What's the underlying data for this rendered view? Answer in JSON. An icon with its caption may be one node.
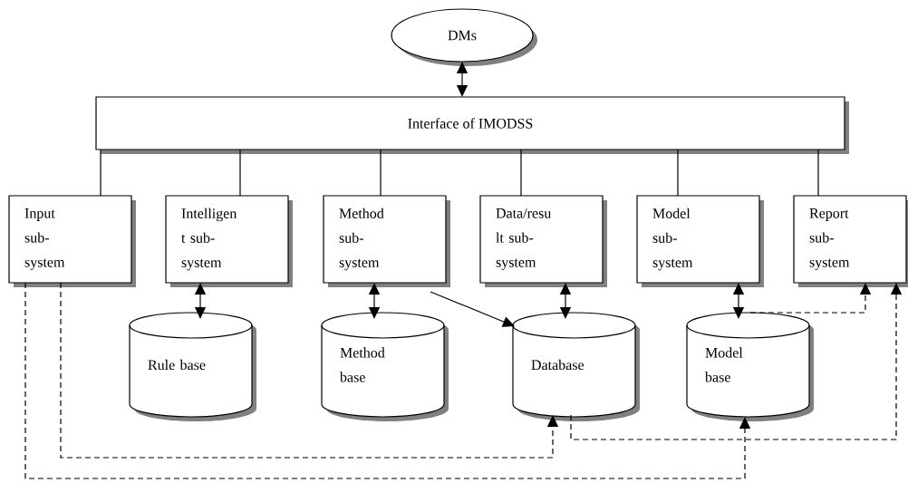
{
  "diagram": {
    "nodes": [
      {
        "text": [
          "DMs"
        ]
      },
      {
        "text": [
          "Interface of IMODSS"
        ]
      },
      {
        "text": [
          "Input sub- system"
        ]
      },
      {
        "text": [
          "Intelligen t sub- system"
        ]
      },
      {
        "text": [
          "Method sub- system"
        ]
      },
      {
        "text": [
          "Data/resu lt sub- system"
        ]
      },
      {
        "text": [
          "Model sub- system"
        ]
      },
      {
        "text": [
          "Report sub- system"
        ]
      },
      {
        "text": [
          "Rule base"
        ]
      },
      {
        "text": [
          "Method base"
        ]
      },
      {
        "text": [
          "Database"
        ]
      },
      {
        "text": [
          "Model base"
        ]
      }
    ],
    "edges": [
      {
        "from": 0,
        "to": 1,
        "arrow": "both"
      },
      {
        "from": 1,
        "to": 2,
        "arrow": "none"
      },
      {
        "from": 1,
        "to": 3,
        "arrow": "none"
      },
      {
        "from": 1,
        "to": 4,
        "arrow": "none"
      },
      {
        "from": 1,
        "to": 5,
        "arrow": "none"
      },
      {
        "from": 1,
        "to": 6,
        "arrow": "none"
      },
      {
        "from": 1,
        "to": 7,
        "arrow": "none"
      },
      {
        "from": 3,
        "to": 8,
        "arrow": "both"
      },
      {
        "from": 4,
        "to": 9,
        "arrow": "both"
      },
      {
        "from": 5,
        "to": 10,
        "arrow": "both"
      },
      {
        "from": 6,
        "to": 11,
        "arrow": "both"
      },
      {
        "from": 4,
        "to": 10,
        "arrow": "to"
      },
      {
        "from": 11,
        "to": 7,
        "arrow": "to",
        "style": "dashed"
      },
      {
        "from": 2,
        "to": 10,
        "arrow": "to",
        "style": "dashed"
      },
      {
        "from": 2,
        "to": 11,
        "arrow": "to",
        "style": "dashed"
      },
      {
        "from": 10,
        "to": 7,
        "arrow": "to",
        "style": "dashed"
      }
    ]
  }
}
